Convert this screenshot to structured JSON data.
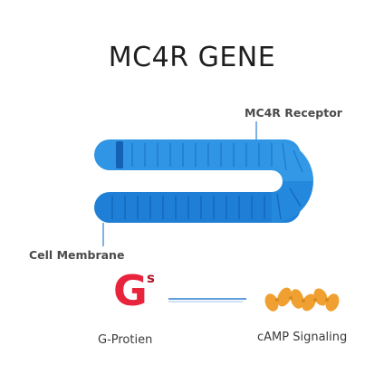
{
  "title": "MC4R GENE",
  "labels": {
    "receptor": "MC4R Receptor",
    "membrane": "Cell Membrane",
    "g_protein": "G-Protien",
    "camp": "cAMP Signaling"
  },
  "g_protein_icon": {
    "letter": "G",
    "superscript": "s"
  },
  "colors": {
    "receptor_blue": "#2a8ee0",
    "receptor_dark": "#1368c2",
    "g_red": "#e8243c",
    "camp_orange": "#f0a030",
    "line_blue": "#2a7ed0"
  }
}
